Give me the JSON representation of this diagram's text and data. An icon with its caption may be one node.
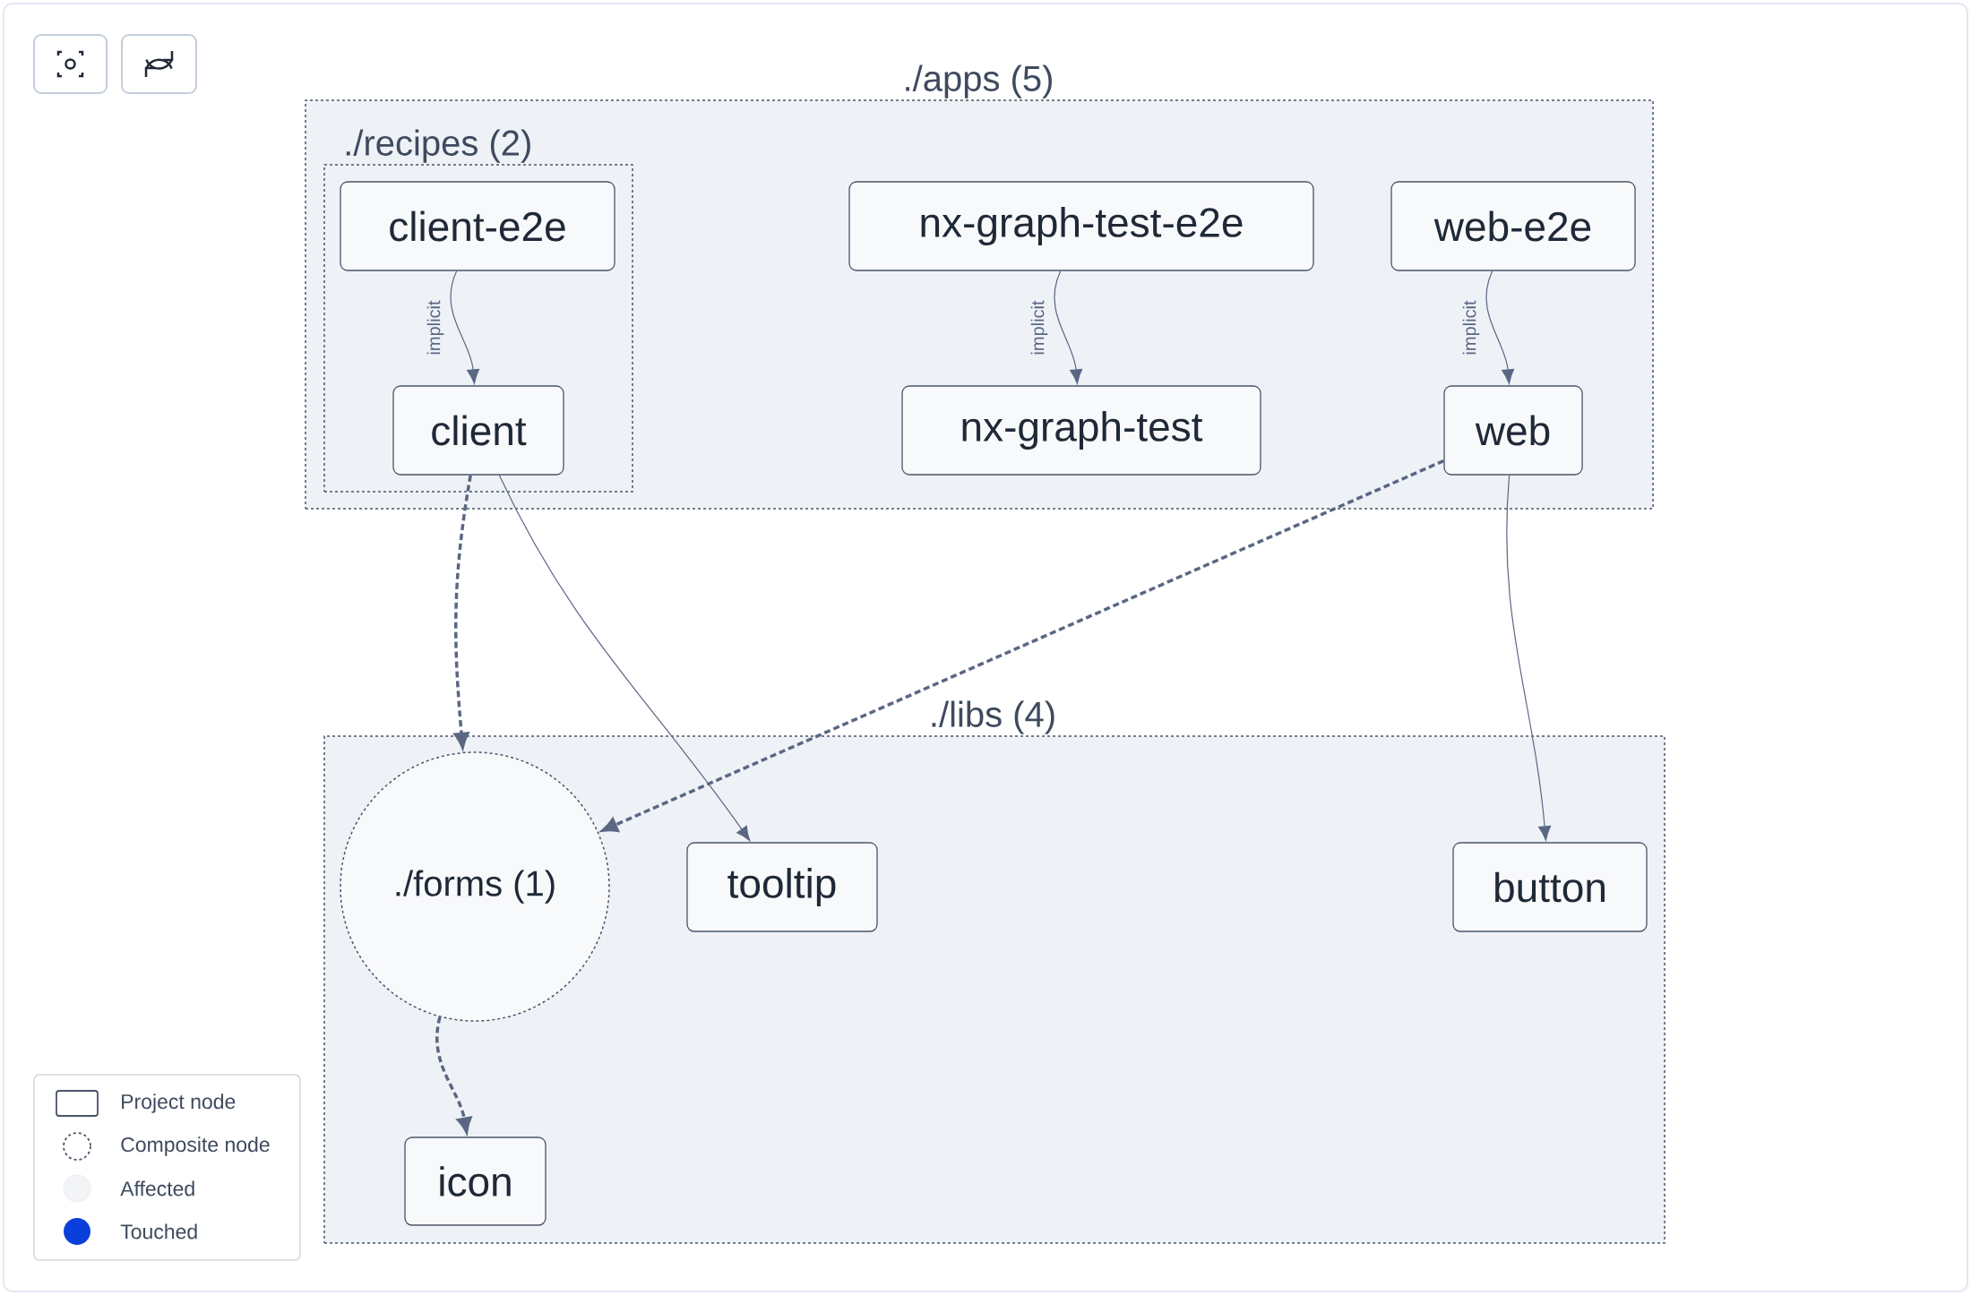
{
  "diagram": {
    "nodes": [
      {
        "text": [
          "./apps (5)"
        ]
      },
      {
        "text": [
          "./recipes (2)"
        ],
        "in": 0
      },
      {
        "text": [
          "client-e2e"
        ],
        "in": 1
      },
      {
        "text": [
          "client"
        ],
        "in": 1
      },
      {
        "text": [
          "nx-graph-test-e2e"
        ],
        "in": 0
      },
      {
        "text": [
          "nx-graph-test"
        ],
        "in": 0
      },
      {
        "text": [
          "web-e2e"
        ],
        "in": 0
      },
      {
        "text": [
          "web"
        ],
        "in": 0
      },
      {
        "text": [
          "./libs (4)"
        ]
      },
      {
        "text": [
          "./forms (1)"
        ],
        "in": 8
      },
      {
        "text": [
          "tooltip"
        ],
        "in": 8
      },
      {
        "text": [
          "button"
        ],
        "in": 8
      },
      {
        "text": [
          "icon"
        ],
        "in": 8
      }
    ],
    "edges": [
      {
        "from": 2,
        "to": 3,
        "arrow": "to",
        "label": "implicit"
      },
      {
        "from": 4,
        "to": 5,
        "arrow": "to",
        "label": "implicit"
      },
      {
        "from": 6,
        "to": 7,
        "arrow": "to",
        "label": "implicit"
      },
      {
        "from": 3,
        "to": 9,
        "arrow": "to",
        "style": "dashed"
      },
      {
        "from": 3,
        "to": 10,
        "arrow": "to"
      },
      {
        "from": 7,
        "to": 9,
        "arrow": "to",
        "style": "dashed"
      },
      {
        "from": 7,
        "to": 11,
        "arrow": "to"
      },
      {
        "from": 9,
        "to": 12,
        "arrow": "to",
        "style": "dashed"
      }
    ],
    "legend": [
      {
        "text": "Project node"
      },
      {
        "text": "Composite node"
      },
      {
        "text": "Affected",
        "color": "#f3f4f6"
      },
      {
        "text": "Touched",
        "color": "#0b3fdc"
      }
    ]
  }
}
